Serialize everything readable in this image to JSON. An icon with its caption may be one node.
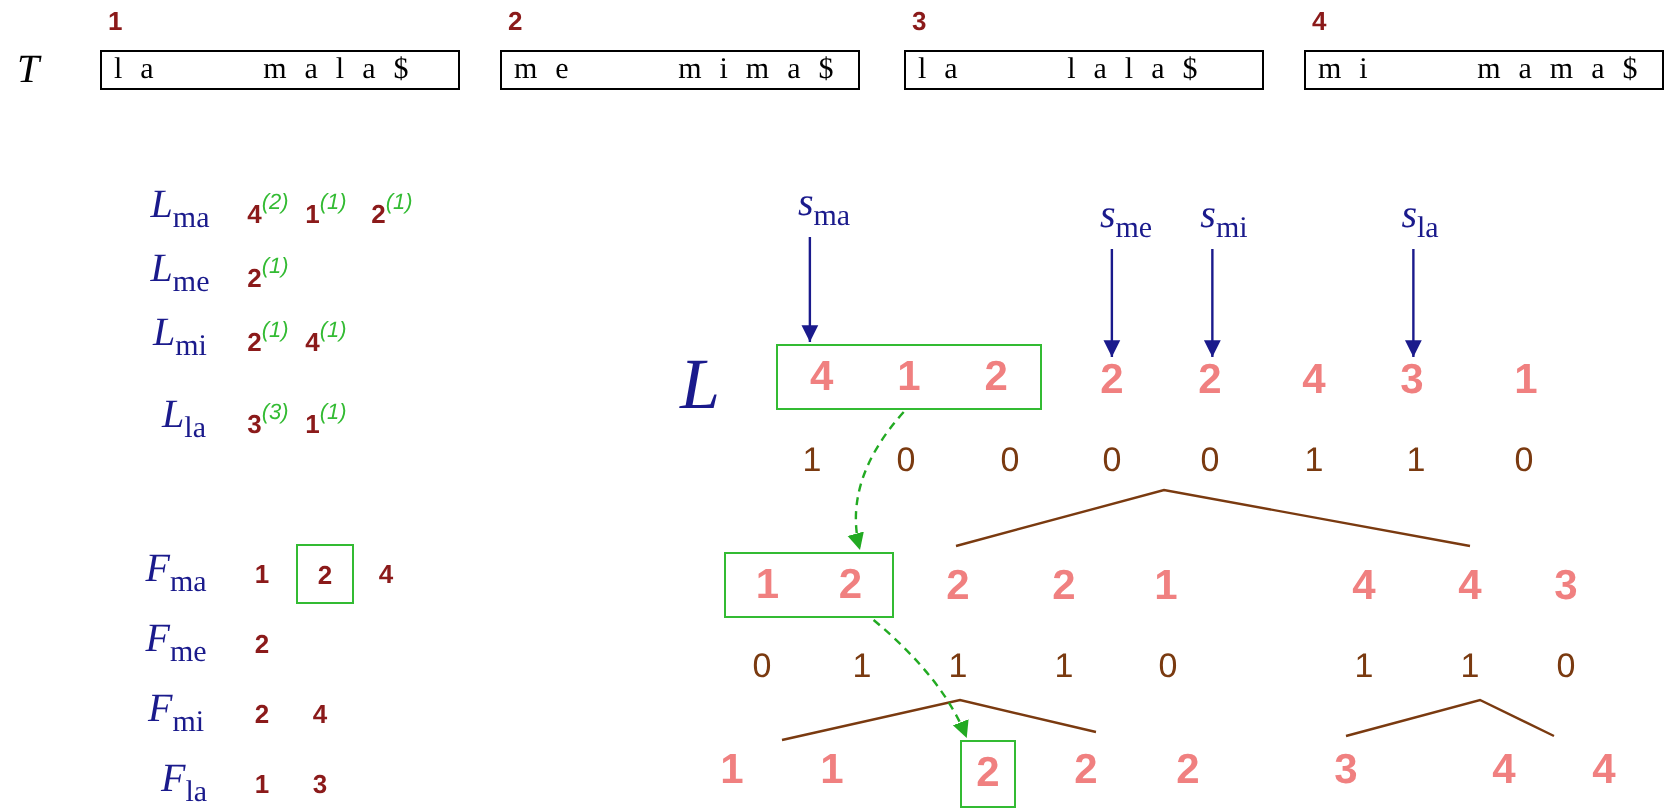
{
  "diagram": {
    "nodes": [
      {
        "text": [
          "la mala$"
        ],
        "beside": [
          "1"
        ]
      },
      {
        "text": [
          "me mima$"
        ],
        "beside": [
          "2"
        ]
      },
      {
        "text": [
          "la lala$"
        ],
        "beside": [
          "3"
        ]
      },
      {
        "text": [
          "mi mama$"
        ],
        "beside": [
          "4"
        ]
      },
      {
        "text": [
          "*s*$_{ma}$"
        ]
      },
      {
        "text": [
          "*s*$_{me}$"
        ]
      },
      {
        "text": [
          "*s*$_{mi}$"
        ]
      },
      {
        "text": [
          "*s*$_{la}$"
        ]
      },
      {
        "text": [
          "4",
          "1",
          "2"
        ]
      },
      {
        "text": [
          "2"
        ]
      },
      {
        "text": [
          "2"
        ]
      },
      {
        "text": [
          "3"
        ]
      },
      {
        "text": [
          "2"
        ]
      },
      {
        "text": [
          "1",
          "2"
        ]
      },
      {
        "text": [
          "2"
        ]
      }
    ],
    "edges": [
      {
        "from": 4,
        "to": 8,
        "arrow": "to"
      },
      {
        "from": 5,
        "to": 9,
        "arrow": "to"
      },
      {
        "from": 6,
        "to": 10,
        "arrow": "to"
      },
      {
        "from": 7,
        "to": 11,
        "arrow": "to"
      },
      {
        "from": 8,
        "to": 13,
        "arrow": "to",
        "style": "dashed",
        "color": "#22aa22"
      },
      {
        "from": 13,
        "to": 14,
        "arrow": "to",
        "style": "dashed",
        "color": "#22aa22"
      }
    ],
    "labels": [
      "T",
      "*L*$_{ma}$",
      "4$^{(2)}$",
      "1$^{(1)}$",
      "2$^{(1)}$",
      "*L*$_{me}$",
      "2$^{(1)}$",
      "*L*$_{mi}$",
      "2$^{(1)}$",
      "4$^{(1)}$",
      "L",
      "4",
      "1",
      "*L*$_{la}$",
      "3$^{(3)}$",
      "1$^{(1)}$",
      "1",
      "0",
      "0",
      "0",
      "0",
      "1",
      "1",
      "0",
      "*F*$_{ma}$",
      "1",
      "4",
      "*F*$_{me}$",
      "2",
      "2",
      "2",
      "1",
      "4",
      "4",
      "3",
      "0",
      "1",
      "1",
      "1",
      "0",
      "1",
      "1",
      "0",
      "*F*$_{mi}$",
      "2",
      "4",
      "*F*$_{la}$",
      "1",
      "3",
      "1",
      "1",
      "2",
      "2",
      "3",
      "4",
      "4"
    ]
  }
}
